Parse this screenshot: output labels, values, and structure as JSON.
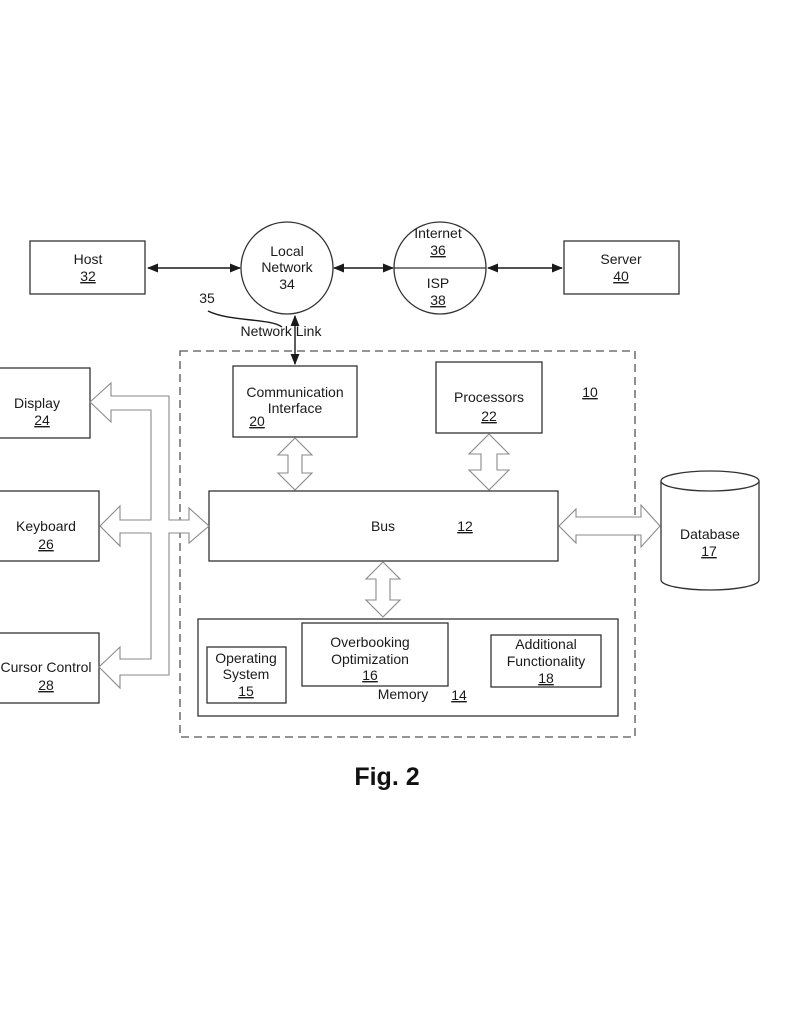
{
  "figure": {
    "caption": "Fig. 2",
    "system_ref": "10"
  },
  "network": {
    "host": {
      "label": "Host",
      "ref": "32"
    },
    "local_network": {
      "line1": "Local",
      "line2": "Network",
      "ref": "34"
    },
    "internet": {
      "label": "Internet",
      "ref": "36"
    },
    "isp": {
      "label": "ISP",
      "ref": "38"
    },
    "server": {
      "label": "Server",
      "ref": "40"
    },
    "network_link": {
      "label": "Network Link",
      "ref": "35"
    }
  },
  "system": {
    "communication_interface": {
      "line1": "Communication",
      "line2": "Interface",
      "ref": "20"
    },
    "processors": {
      "label": "Processors",
      "ref": "22"
    },
    "bus": {
      "label": "Bus",
      "ref": "12"
    },
    "memory": {
      "label": "Memory",
      "ref": "14",
      "operating_system": {
        "line1": "Operating",
        "line2": "System",
        "ref": "15"
      },
      "overbooking_optimization": {
        "line1": "Overbooking",
        "line2": "Optimization",
        "ref": "16"
      },
      "additional_functionality": {
        "line1": "Additional",
        "line2": "Functionality",
        "ref": "18"
      }
    }
  },
  "peripherals": {
    "display": {
      "label": "Display",
      "ref": "24"
    },
    "keyboard": {
      "label": "Keyboard",
      "ref": "26"
    },
    "cursor_control": {
      "label": "Cursor Control",
      "ref": "28"
    }
  },
  "database": {
    "label": "Database",
    "ref": "17"
  }
}
